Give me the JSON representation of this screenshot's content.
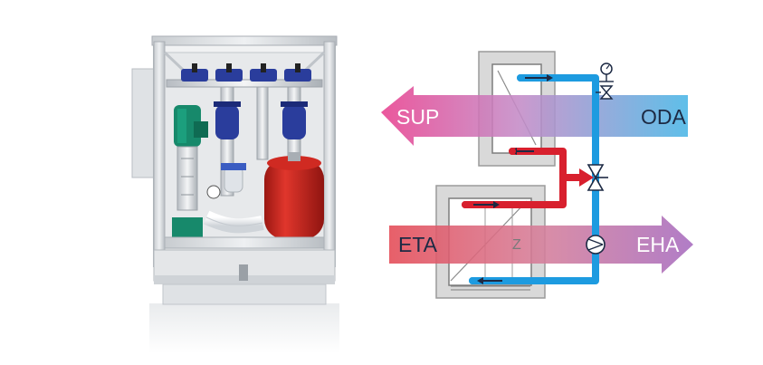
{
  "diagram": {
    "labels": {
      "supply_air": "SUP",
      "outdoor_air": "ODA",
      "extract_air": "ETA",
      "exhaust_air": "EHA",
      "coil_marker": "Z"
    },
    "colors": {
      "hot_circuit": "#d8202e",
      "cold_circuit": "#1d9be0",
      "supply_arrow": "#e8418f",
      "outdoor_arrow": "#49b6e6",
      "extract_arrow": "#e44a55",
      "exhaust_arrow": "#a66bbf",
      "expansion_vessel": "#c9221d",
      "pump_green": "#17896b",
      "valve_blue": "#2a3d9c"
    }
  }
}
